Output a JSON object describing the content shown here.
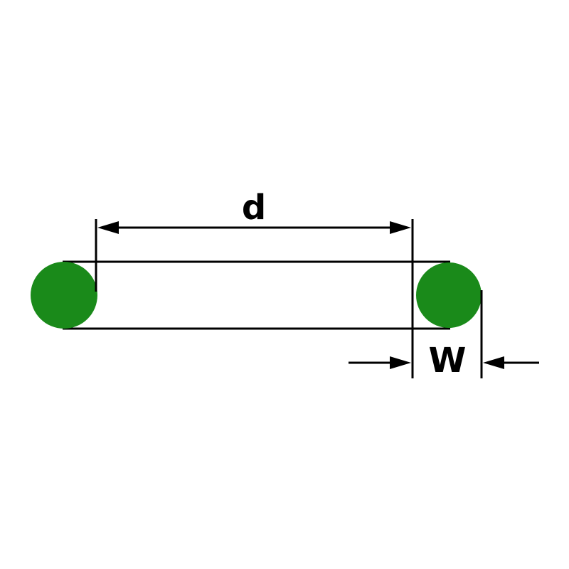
{
  "diagram": {
    "kind": "o-ring-dimension-drawing",
    "labels": {
      "inner_diameter": "d",
      "cross_section_width": "W"
    },
    "colors": {
      "oring_green": "#1a8a1a",
      "line_black": "#000000",
      "background_white": "#ffffff"
    }
  }
}
